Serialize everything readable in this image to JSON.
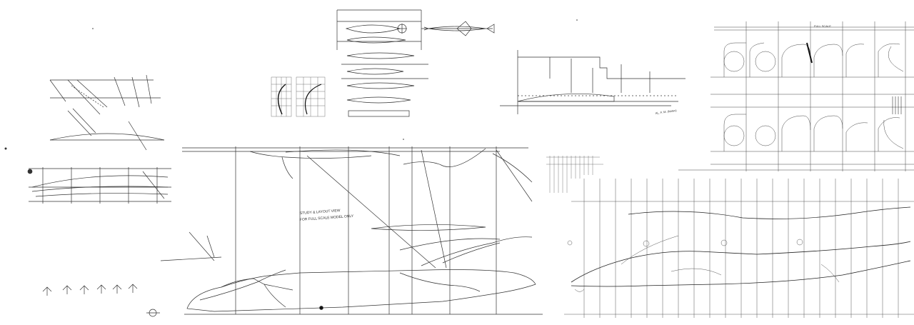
{
  "drawing": {
    "caption_layout": "STUDY & LAYOUT VIEW",
    "caption_model": "FOR FULL SCALE MODEL ONLY",
    "title_right": "FULL SCALE",
    "note_small": "AL. F. M. (Notes)"
  },
  "colors": {
    "paper": "#ffffff",
    "ink": "#2a2a2a",
    "grid": "#555555",
    "fill": "#111111"
  }
}
